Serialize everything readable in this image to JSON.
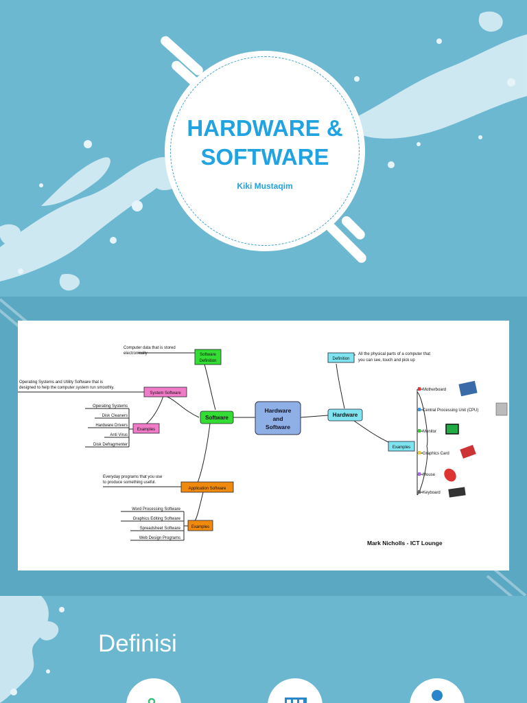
{
  "cover": {
    "title_line1": "HARDWARE &",
    "title_line2": "SOFTWARE",
    "author": "Kiki Mustaqim"
  },
  "mindmap": {
    "central": [
      "Hardware",
      "and",
      "Software"
    ],
    "software": {
      "label": "Software",
      "definition_box": [
        "Software",
        "Definition"
      ],
      "definition_text": [
        "Computer data that is stored",
        "electronically"
      ],
      "system_box": "System Software",
      "system_text": [
        "Operating Systems and Utility Software that is",
        "designed to help the computer system run smoothly."
      ],
      "system_examples_box": "Examples",
      "system_examples": [
        "Operating Systems",
        "Disk Cleaners",
        "Hardware Drivers",
        "Anti Virus",
        "Disk Defragmenter"
      ],
      "application_box": "Application Software",
      "application_text": [
        "Everyday programs that you use",
        "to produce something useful."
      ],
      "application_examples_box": "Examples",
      "application_examples": [
        "Word Processing Software",
        "Graphics Editing Software",
        "Spreadsheet Software",
        "Web Design Programs"
      ]
    },
    "hardware": {
      "label": "Hardware",
      "definition_box": "Definition",
      "definition_text": [
        "All the physical parts of a computer that",
        "you can see, touch and pick up"
      ],
      "examples_box": "Examples",
      "examples": [
        "Motherboard",
        "Central Processing Unit (CPU)",
        "Monitor",
        "Graphics Card",
        "Mouse",
        "Keyboard"
      ]
    },
    "credit": "Mark Nicholls - ICT Lounge"
  },
  "section": {
    "heading": "Definisi"
  },
  "icons": [
    "gears-icon",
    "film-icon",
    "user-icon"
  ],
  "colors": {
    "accent": "#20a3e0",
    "software_green": "#33dd33",
    "system_pink": "#f07cc8",
    "application_orange": "#f08a0c",
    "hardware_cyan": "#7fe3f0",
    "central_blue": "#8fb0e6"
  }
}
